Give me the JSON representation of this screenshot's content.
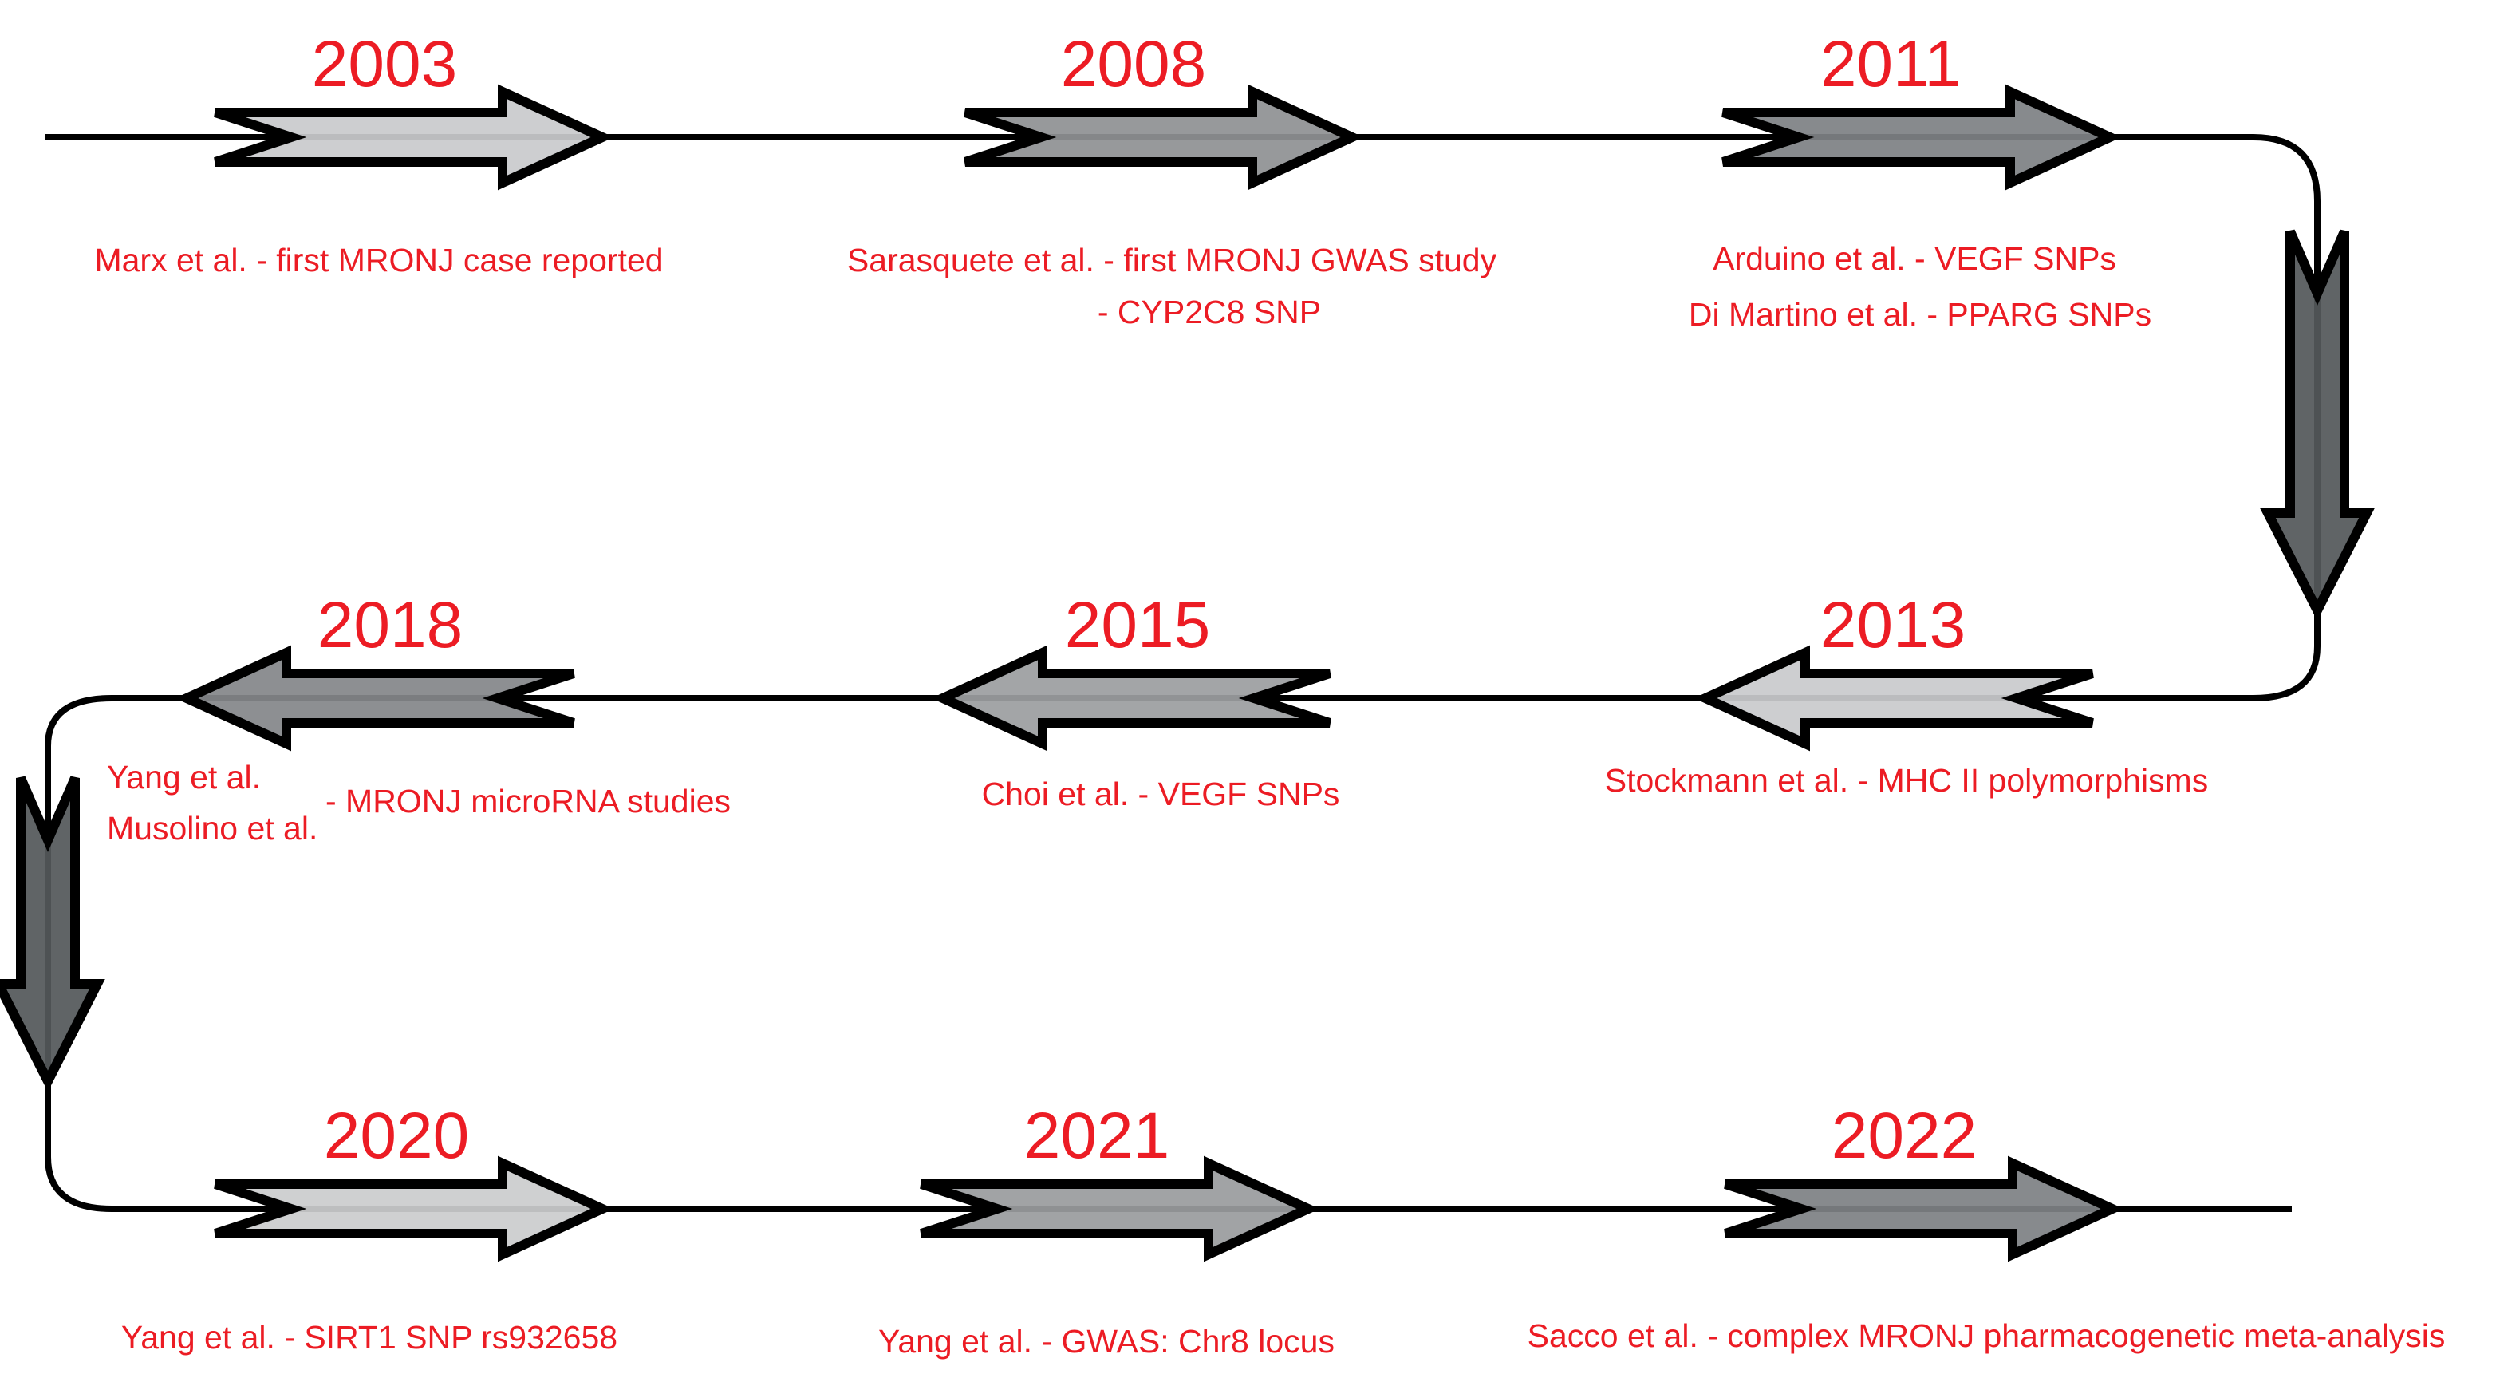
{
  "diagram": {
    "type": "timeline",
    "accent_color": "#ec1c24",
    "line_color": "#000000",
    "connector_color": "#54585a",
    "milestones": [
      {
        "year": "2003",
        "arrow_color": "#c9cacc",
        "lines": [
          "Marx et al. - first MRONJ case reported"
        ]
      },
      {
        "year": "2008",
        "arrow_color": "#8f9193",
        "lines": [
          "Sarasquete et al. - first MRONJ GWAS study",
          "- CYP2C8 SNP"
        ]
      },
      {
        "year": "2011",
        "arrow_color": "#7e8184",
        "lines": [
          "Arduino et al. - VEGF SNPs",
          "Di Martino et al. - PPARG SNPs"
        ]
      },
      {
        "year": "2013",
        "arrow_color": "#c9cacc",
        "lines": [
          "Stockmann et al. - MHC II polymorphisms"
        ]
      },
      {
        "year": "2015",
        "arrow_color": "#9c9ea0",
        "lines": [
          "Choi et al. - VEGF SNPs"
        ]
      },
      {
        "year": "2018",
        "arrow_color": "#84878a",
        "lines": [
          "Yang et al.",
          "Musolino et al.",
          "- MRONJ microRNA studies"
        ]
      },
      {
        "year": "2020",
        "arrow_color": "#cbccce",
        "lines": [
          "Yang et al. - SIRT1 SNP rs932658"
        ]
      },
      {
        "year": "2021",
        "arrow_color": "#9a9c9e",
        "lines": [
          "Yang et al. - GWAS: Chr8 locus"
        ]
      },
      {
        "year": "2022",
        "arrow_color": "#7e8184",
        "lines": [
          "Sacco et al. - complex MRONJ pharmacogenetic meta-analysis"
        ]
      }
    ]
  }
}
